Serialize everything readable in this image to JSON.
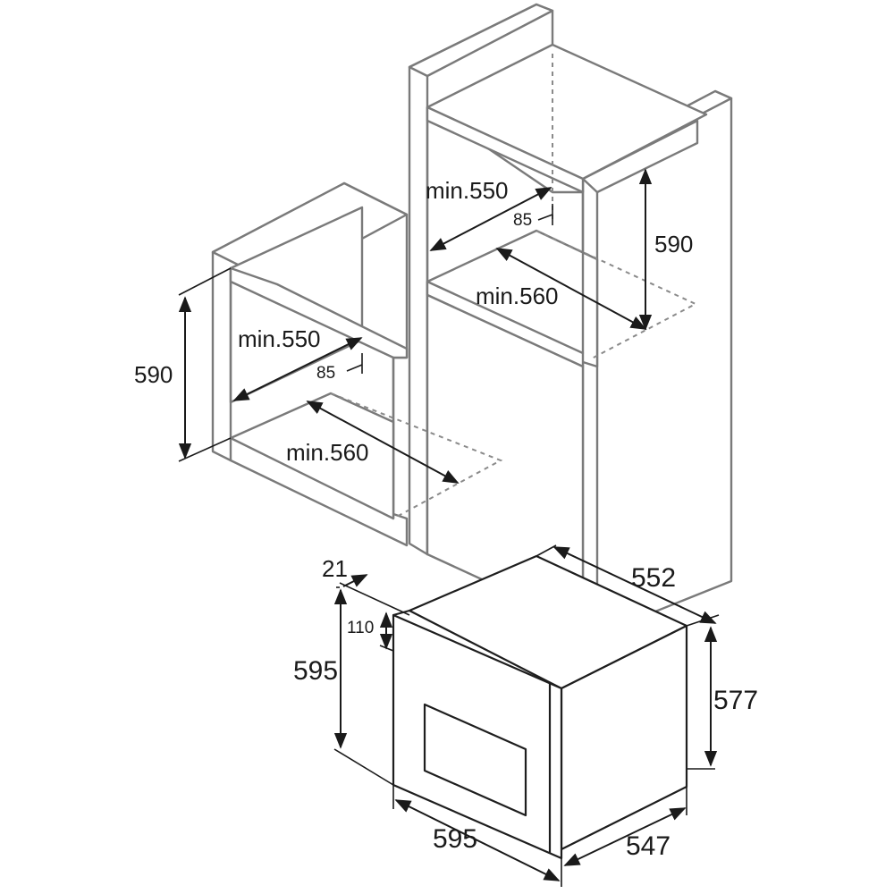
{
  "dimensions": {
    "left_niche": {
      "height": "590",
      "depth_min": "min.550",
      "offset": "85",
      "width_min": "min.560"
    },
    "tall_cabinet": {
      "height": "590",
      "depth_min": "min.550",
      "offset": "85",
      "width_min": "min.560"
    },
    "oven": {
      "panel_thickness": "21",
      "top_offset": "110",
      "front_height": "595",
      "body_depth": "552",
      "body_height": "577",
      "front_width": "595",
      "body_width": "547"
    }
  },
  "colors": {
    "cabinet_line": "#7a7a7a",
    "oven_line": "#1e1e1e",
    "dimension_line": "#1a1a1a"
  }
}
